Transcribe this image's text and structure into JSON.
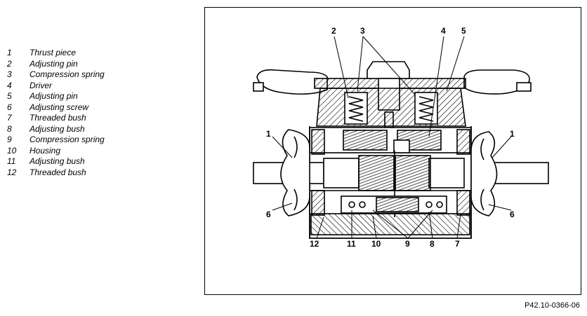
{
  "legend": {
    "items": [
      {
        "num": "1",
        "label": "Thrust piece"
      },
      {
        "num": "2",
        "label": "Adjusting pin"
      },
      {
        "num": "3",
        "label": "Compression spring"
      },
      {
        "num": "4",
        "label": "Driver"
      },
      {
        "num": "5",
        "label": "Adjusting pin"
      },
      {
        "num": "6",
        "label": "Adjusting screw"
      },
      {
        "num": "7",
        "label": "Threaded bush"
      },
      {
        "num": "8",
        "label": "Adjusting bush"
      },
      {
        "num": "9",
        "label": "Compression spring"
      },
      {
        "num": "10",
        "label": "Housing"
      },
      {
        "num": "11",
        "label": "Adjusting bush"
      },
      {
        "num": "12",
        "label": "Threaded bush"
      }
    ]
  },
  "diagram": {
    "callouts": [
      "2",
      "3",
      "4",
      "5",
      "1",
      "1",
      "6",
      "6",
      "12",
      "11",
      "10",
      "9",
      "8",
      "7"
    ]
  },
  "figure_code": "P42.10-0366-06"
}
